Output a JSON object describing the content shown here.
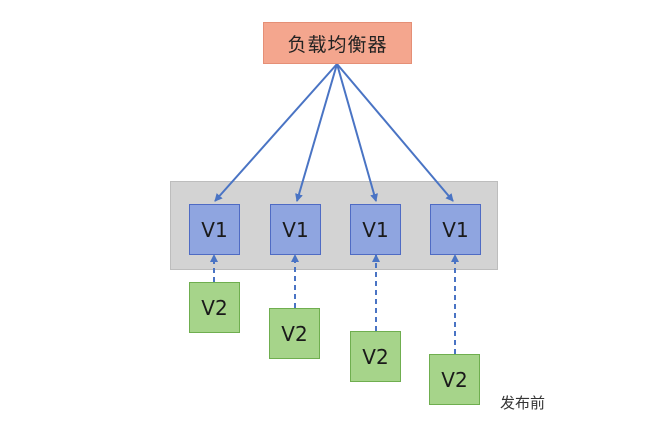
{
  "load_balancer": {
    "label": "负载均衡器"
  },
  "old_instances": [
    {
      "label": "V1"
    },
    {
      "label": "V1"
    },
    {
      "label": "V1"
    },
    {
      "label": "V1"
    }
  ],
  "new_instances": [
    {
      "label": "V2"
    },
    {
      "label": "V2"
    },
    {
      "label": "V2"
    },
    {
      "label": "V2"
    }
  ],
  "caption": "发布前",
  "colors": {
    "load_balancer_fill": "#f4a68e",
    "v1_fill": "#8fa5e0",
    "v2_fill": "#a6d48a",
    "band_fill": "#d3d3d3",
    "arrow": "#4a74c4"
  }
}
